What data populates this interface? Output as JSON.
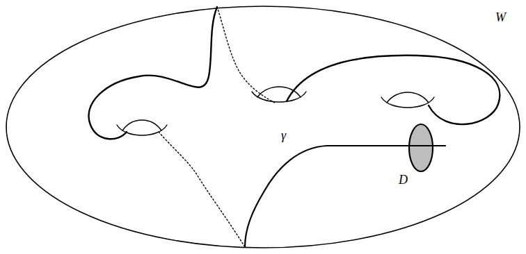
{
  "diagram": {
    "labels": [
      "W",
      "γ",
      "D"
    ]
  }
}
